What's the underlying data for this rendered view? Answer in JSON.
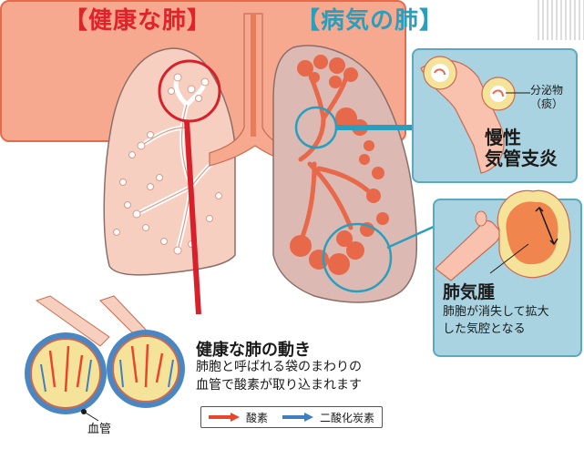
{
  "titles": {
    "healthy": "【健康な肺】",
    "sick": "【病気の肺】"
  },
  "bronchitis": {
    "name_line1": "慢性",
    "name_line2": "気管支炎",
    "secretion_line1": "分泌物",
    "secretion_line2": "（痰）"
  },
  "emphysema": {
    "name": "肺気腫",
    "desc_line1": "肺胞が消失して拡大",
    "desc_line2": "した気腔となる"
  },
  "alveoli": {
    "title": "健康な肺の動き",
    "desc_line1": "肺胞と呼ばれる袋のまわりの",
    "desc_line2": "血管で酸素が取り込まれます",
    "blood_vessel": "血管"
  },
  "legend": {
    "oxygen": "酸素",
    "co2": "二酸化炭素",
    "oxygen_color": "#e8452c",
    "co2_color": "#3f7fbf"
  },
  "colors": {
    "healthy_title": "#e0232b",
    "sick_title": "#2a9fbd",
    "lung_healthy": "#f7cfc0",
    "lung_sick": "#ddb9b3",
    "panel_blue": "#a9d3e0",
    "panel_salmon": "#f6a98e"
  }
}
